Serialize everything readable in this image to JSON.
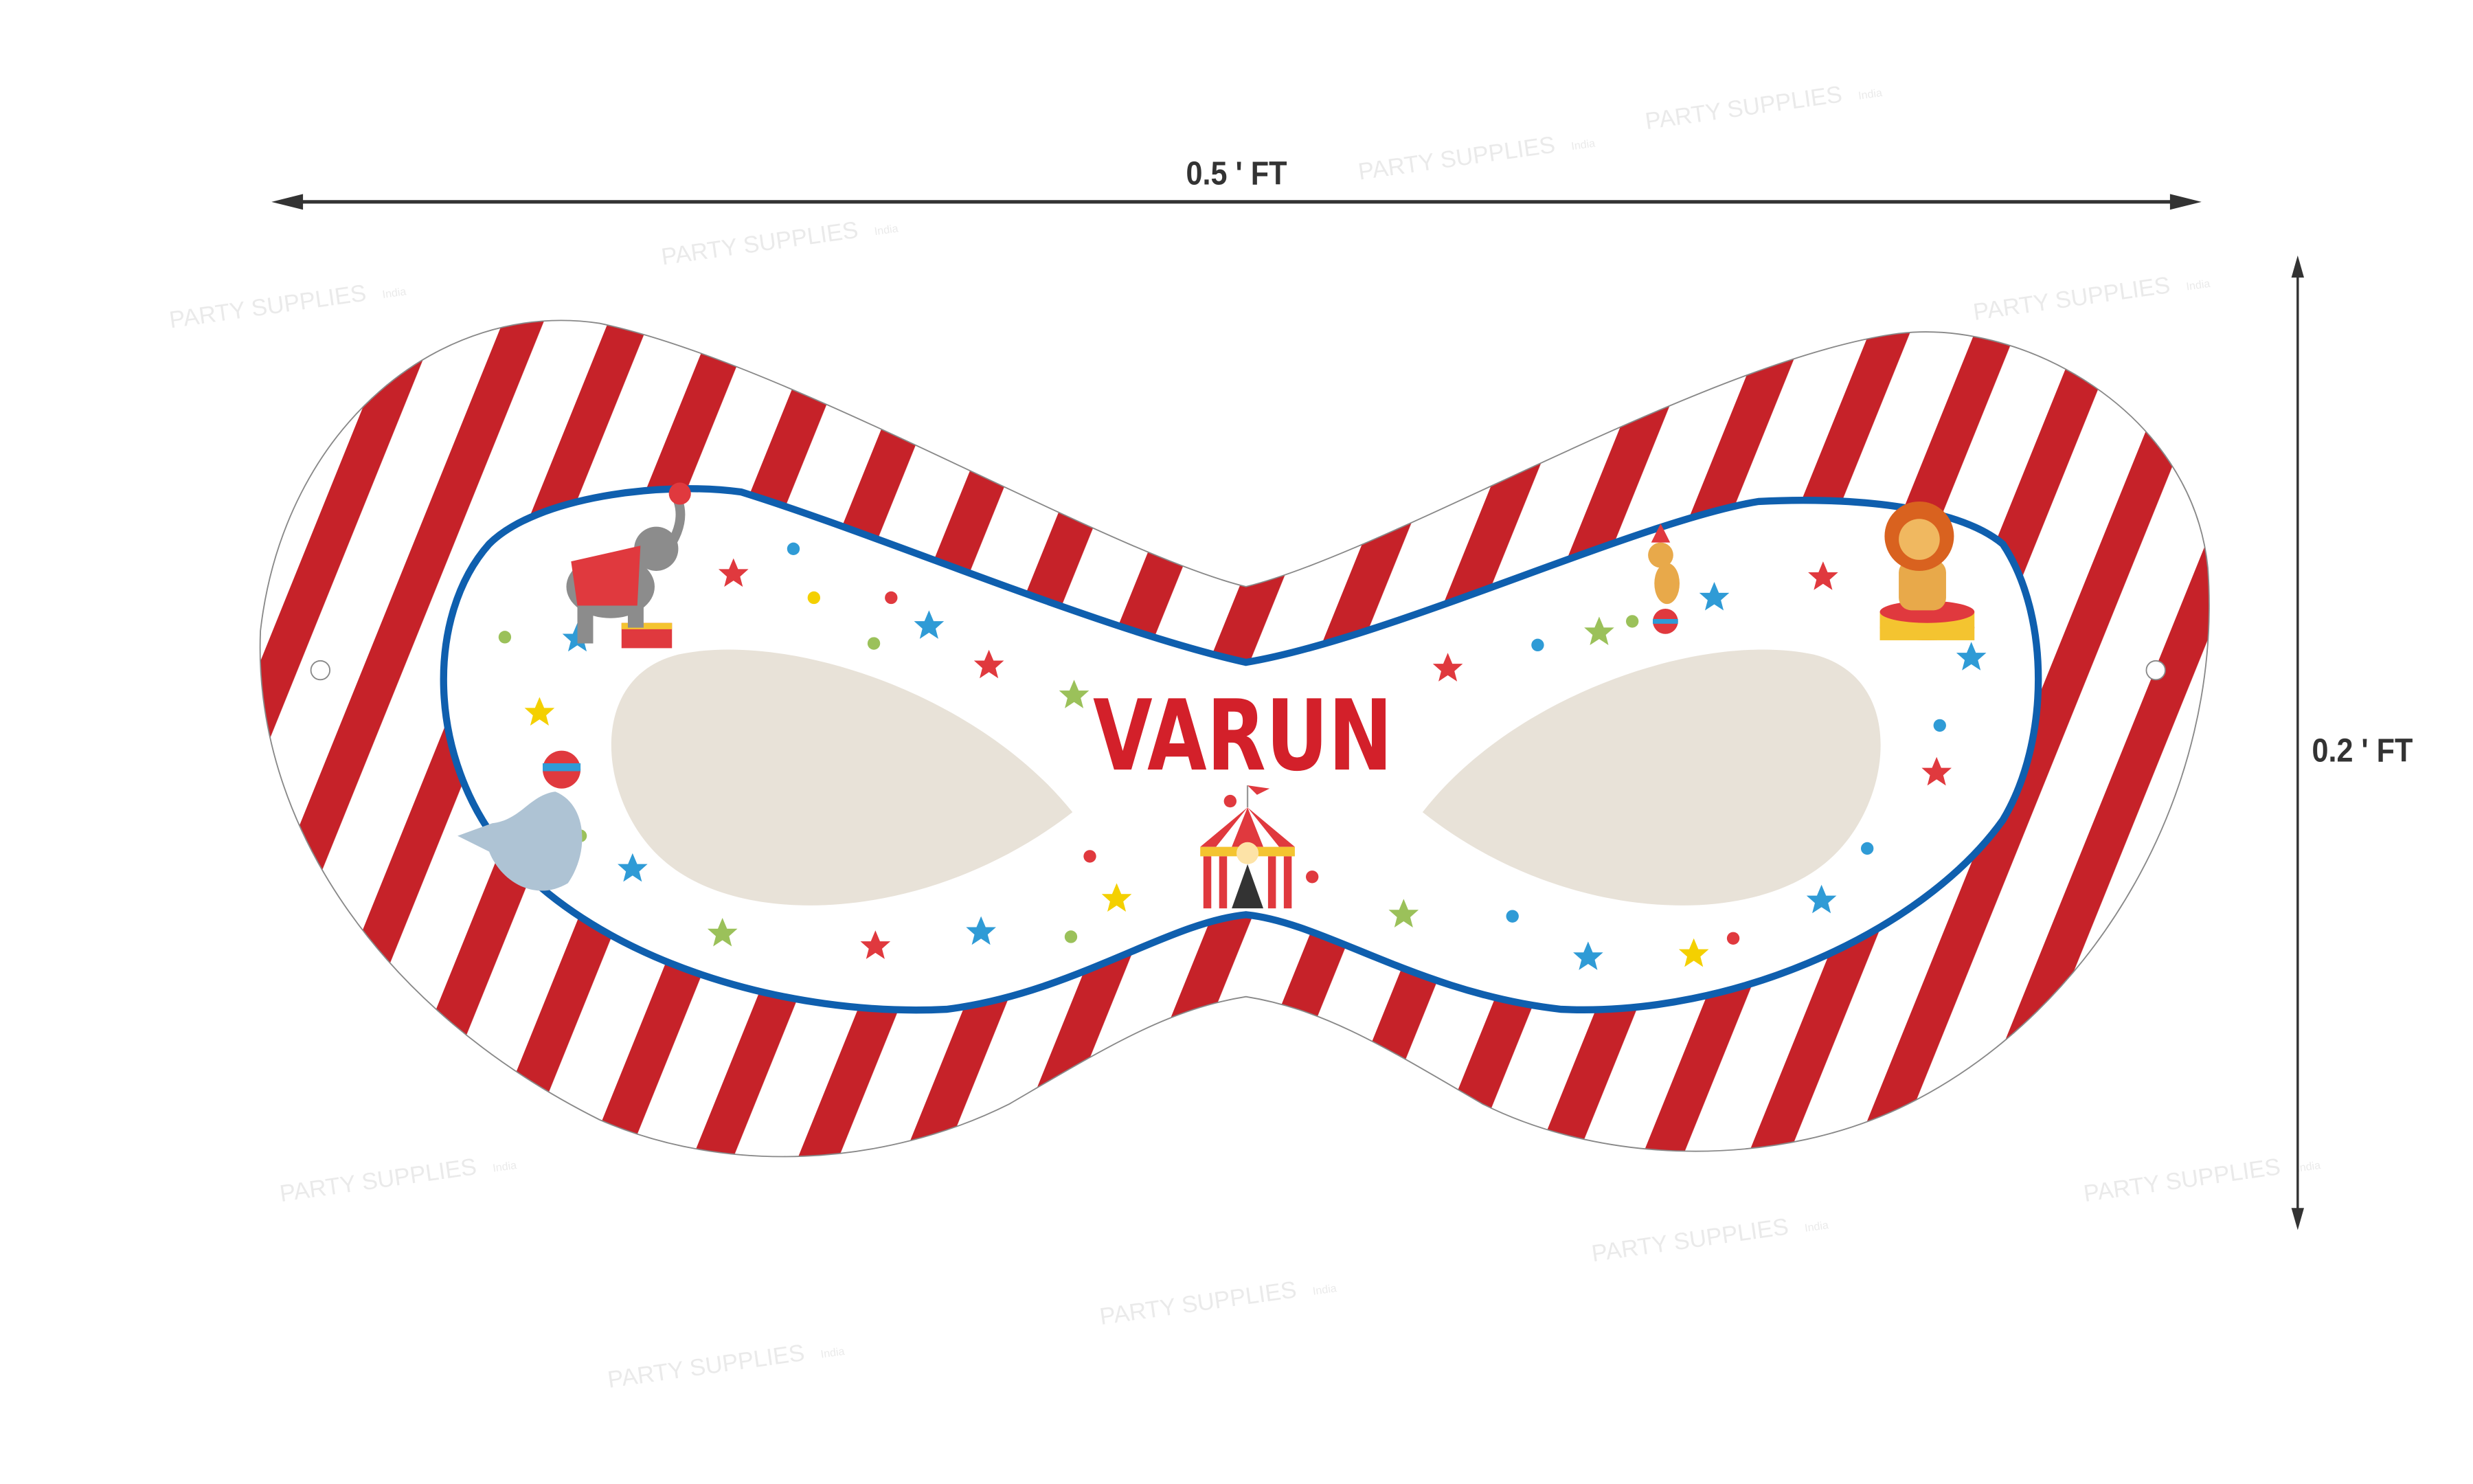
{
  "product": {
    "name_text": "VARUN",
    "width_label": "0.5 ' FT",
    "height_label": "0.2 ' FT",
    "watermark": "PARTY SUPPLIES",
    "watermark_suffix": "India"
  },
  "colors": {
    "stripe_red": "#c62229",
    "border_blue": "#0f5fae",
    "eye_fill": "#e8e2d8",
    "name_red": "#d3202a",
    "dimension_gray": "#333333"
  },
  "decorations": [
    "elephant-icon",
    "seal-icon",
    "lion-icon",
    "dog-on-ball-icon",
    "circus-tent-icon",
    "star-icon",
    "confetti-dot-icon"
  ]
}
